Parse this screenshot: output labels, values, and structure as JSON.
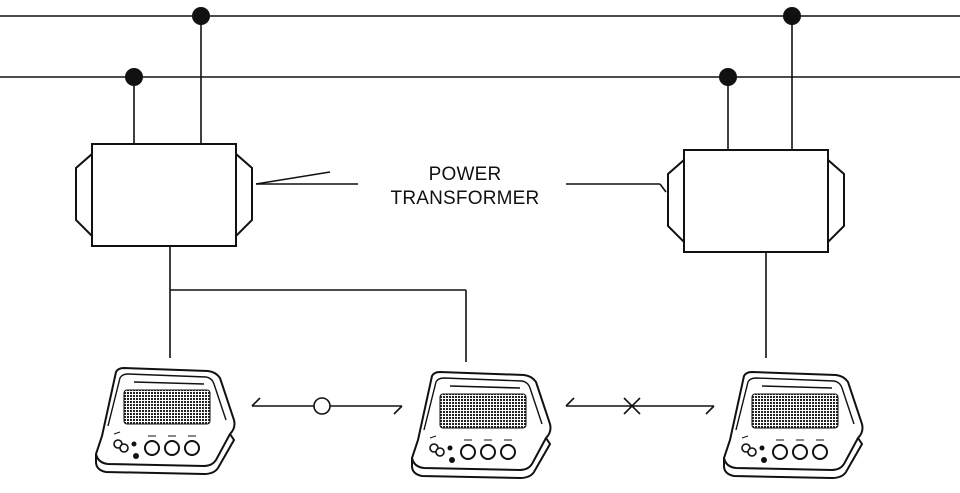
{
  "diagram": {
    "label_lines": [
      "POWER",
      "TRANSFORMER"
    ],
    "link_left_symbol": "circle",
    "link_right_symbol": "cross",
    "units": [
      "intercom-left",
      "intercom-middle",
      "intercom-right"
    ],
    "colors": {
      "ink": "#111111",
      "background": "#ffffff"
    }
  }
}
